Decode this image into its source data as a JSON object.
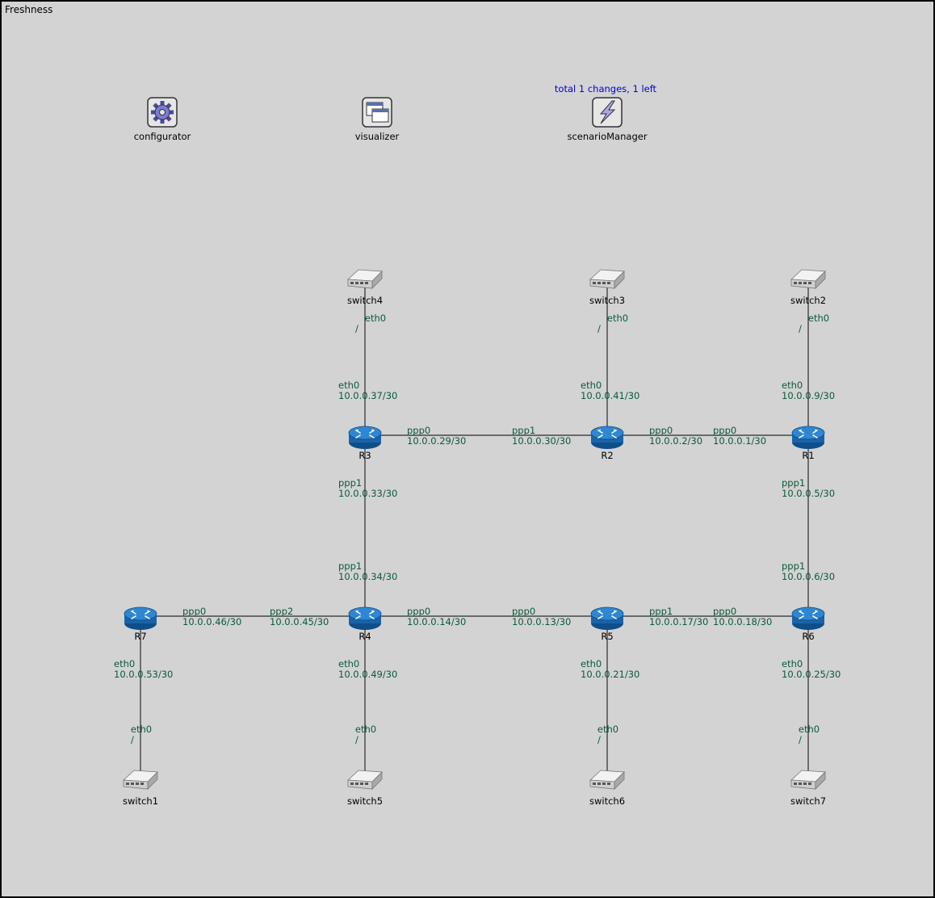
{
  "network": {
    "title": "Freshness"
  },
  "modules": [
    {
      "id": "configurator",
      "label": "configurator",
      "icon": "gear-icon"
    },
    {
      "id": "visualizer",
      "label": "visualizer",
      "icon": "windows-icon"
    },
    {
      "id": "scenarioManager",
      "label": "scenarioManager",
      "icon": "lightning-icon",
      "status": "total 1 changes, 1 left"
    }
  ],
  "nodes": [
    {
      "id": "switch4",
      "label": "switch4",
      "type": "switch"
    },
    {
      "id": "switch3",
      "label": "switch3",
      "type": "switch"
    },
    {
      "id": "switch2",
      "label": "switch2",
      "type": "switch"
    },
    {
      "id": "R3",
      "label": "R3",
      "type": "router"
    },
    {
      "id": "R2",
      "label": "R2",
      "type": "router"
    },
    {
      "id": "R1",
      "label": "R1",
      "type": "router"
    },
    {
      "id": "R7",
      "label": "R7",
      "type": "router"
    },
    {
      "id": "R4",
      "label": "R4",
      "type": "router"
    },
    {
      "id": "R5",
      "label": "R5",
      "type": "router"
    },
    {
      "id": "R6",
      "label": "R6",
      "type": "router"
    },
    {
      "id": "switch1",
      "label": "switch1",
      "type": "switch"
    },
    {
      "id": "switch5",
      "label": "switch5",
      "type": "switch"
    },
    {
      "id": "switch6",
      "label": "switch6",
      "type": "switch"
    },
    {
      "id": "switch7",
      "label": "switch7",
      "type": "switch"
    }
  ],
  "links": [
    {
      "a": "switch4",
      "b": "R3",
      "a_if": "eth0",
      "a_addr": "/",
      "b_if": "eth0",
      "b_addr": "10.0.0.37/30"
    },
    {
      "a": "switch3",
      "b": "R2",
      "a_if": "eth0",
      "a_addr": "/",
      "b_if": "eth0",
      "b_addr": "10.0.0.41/30"
    },
    {
      "a": "switch2",
      "b": "R1",
      "a_if": "eth0",
      "a_addr": "/",
      "b_if": "eth0",
      "b_addr": "10.0.0.9/30"
    },
    {
      "a": "R3",
      "b": "R2",
      "a_if": "ppp0",
      "a_addr": "10.0.0.29/30",
      "b_if": "ppp1",
      "b_addr": "10.0.0.30/30"
    },
    {
      "a": "R2",
      "b": "R1",
      "a_if": "ppp0",
      "a_addr": "10.0.0.2/30",
      "b_if": "ppp0",
      "b_addr": "10.0.0.1/30"
    },
    {
      "a": "R3",
      "b": "R4",
      "a_if": "ppp1",
      "a_addr": "10.0.0.33/30",
      "b_if": "ppp1",
      "b_addr": "10.0.0.34/30"
    },
    {
      "a": "R1",
      "b": "R6",
      "a_if": "ppp1",
      "a_addr": "10.0.0.5/30",
      "b_if": "ppp1",
      "b_addr": "10.0.0.6/30"
    },
    {
      "a": "R7",
      "b": "R4",
      "a_if": "ppp0",
      "a_addr": "10.0.0.46/30",
      "b_if": "ppp2",
      "b_addr": "10.0.0.45/30"
    },
    {
      "a": "R4",
      "b": "R5",
      "a_if": "ppp0",
      "a_addr": "10.0.0.14/30",
      "b_if": "ppp0",
      "b_addr": "10.0.0.13/30"
    },
    {
      "a": "R5",
      "b": "R6",
      "a_if": "ppp1",
      "a_addr": "10.0.0.17/30",
      "b_if": "ppp0",
      "b_addr": "10.0.0.18/30"
    },
    {
      "a": "R7",
      "b": "switch1",
      "a_if": "eth0",
      "a_addr": "10.0.0.53/30",
      "b_if": "eth0",
      "b_addr": "/"
    },
    {
      "a": "R4",
      "b": "switch5",
      "a_if": "eth0",
      "a_addr": "10.0.0.49/30",
      "b_if": "eth0",
      "b_addr": "/"
    },
    {
      "a": "R5",
      "b": "switch6",
      "a_if": "eth0",
      "a_addr": "10.0.0.21/30",
      "b_if": "eth0",
      "b_addr": "/"
    },
    {
      "a": "R6",
      "b": "switch7",
      "a_if": "eth0",
      "a_addr": "10.0.0.25/30",
      "b_if": "eth0",
      "b_addr": "/"
    }
  ],
  "colors": {
    "router": "#1f6fb5",
    "switch": "#c9c9c9",
    "link": "#2b2b2b",
    "interface_text": "#0a5a3a",
    "status_text": "#0000e0"
  }
}
